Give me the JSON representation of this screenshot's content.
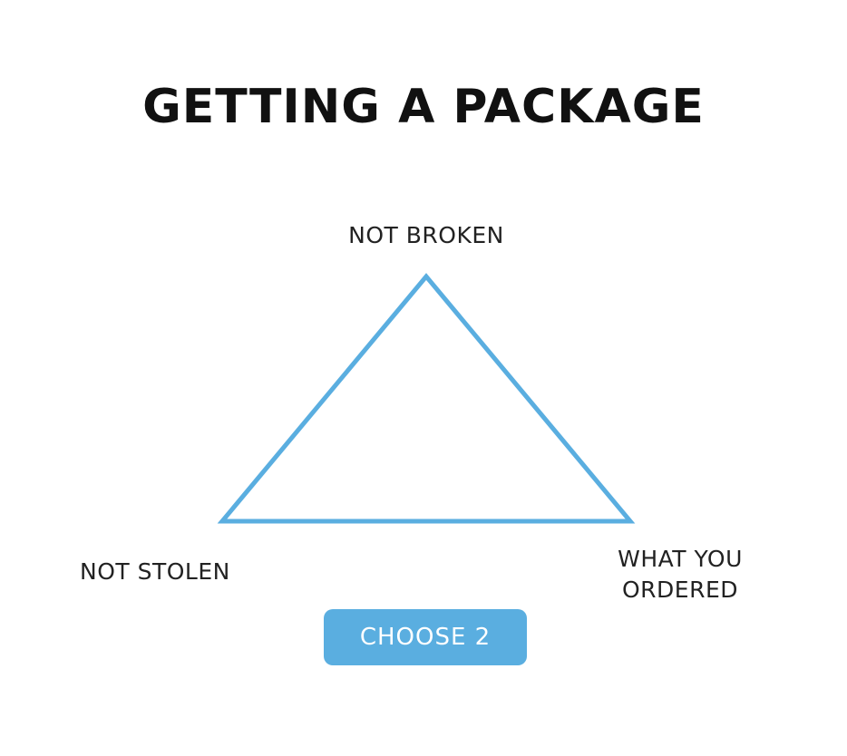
{
  "title": "GETTING A PACKAGE",
  "vertices": {
    "top": "NOT BROKEN",
    "bottom_left": "NOT STOLEN",
    "bottom_right_line1": "WHAT YOU",
    "bottom_right_line2": "ORDERED"
  },
  "button": {
    "label": "CHOOSE 2"
  },
  "colors": {
    "accent": "#5aaee0",
    "text": "#111111",
    "background": "#ffffff"
  }
}
